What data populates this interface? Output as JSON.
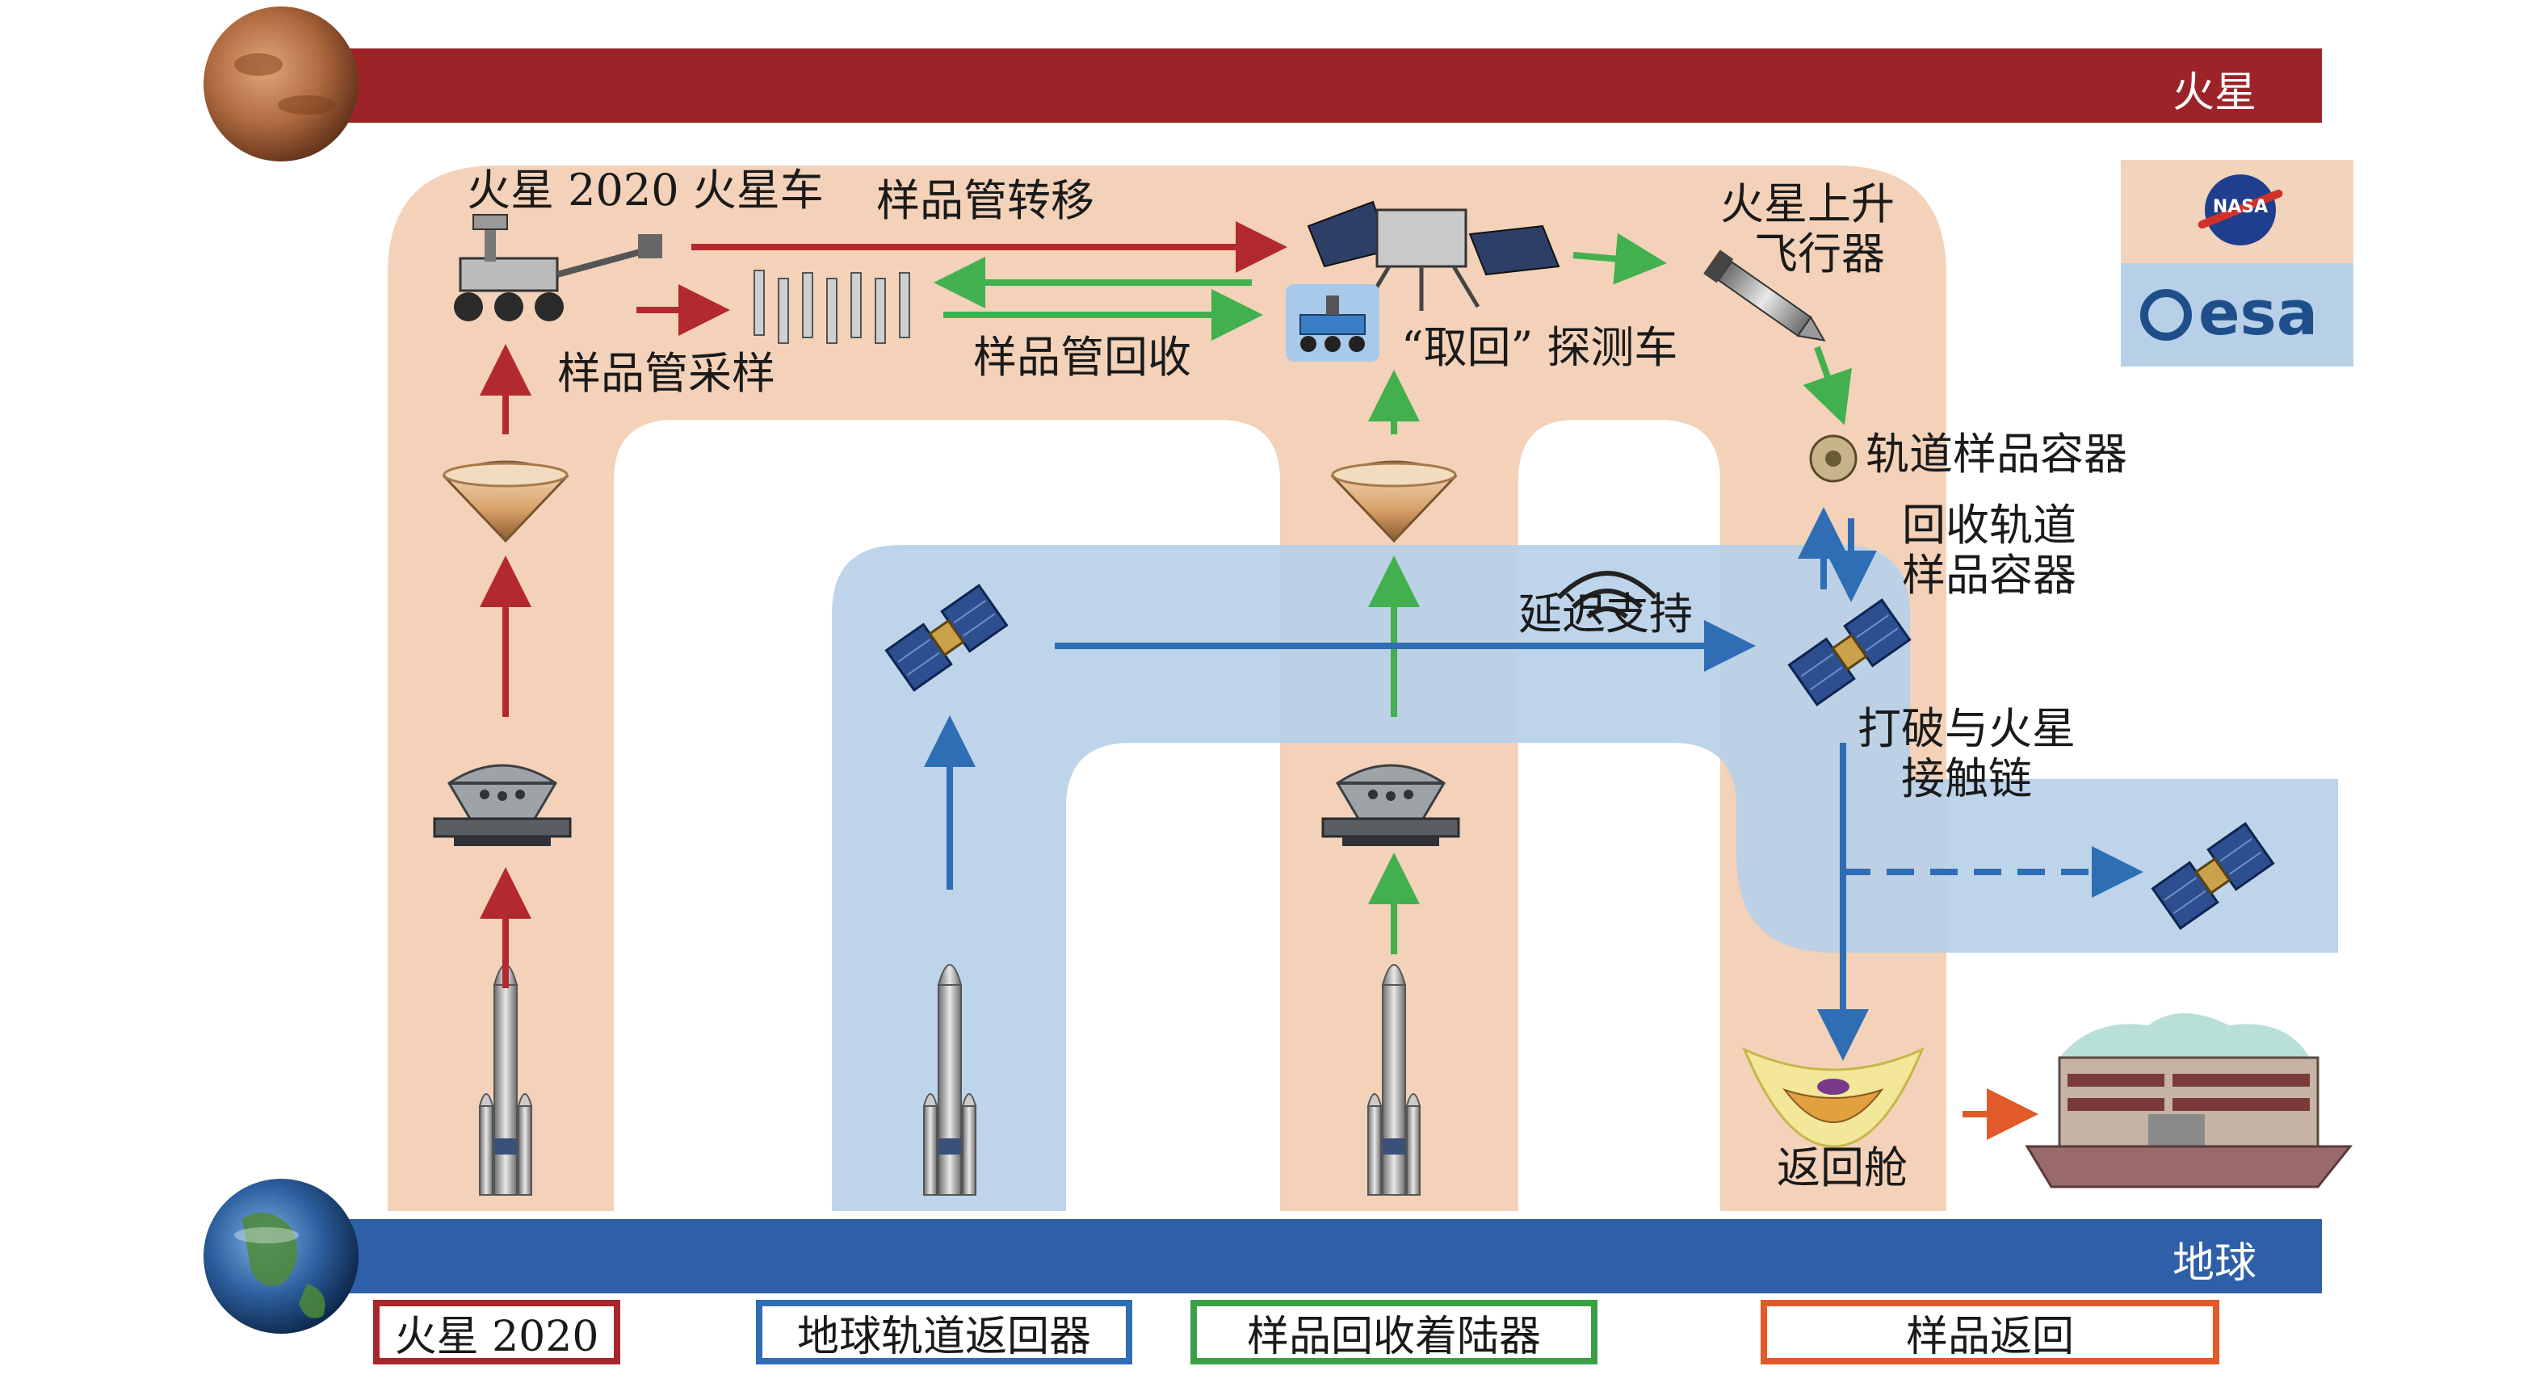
{
  "bars": {
    "top_label": "火星",
    "bottom_label": "地球"
  },
  "labels": {
    "rover_2020": "火星 2020 火星车",
    "tube_transfer": "样品管转移",
    "tube_sampling": "样品管采样",
    "tube_retrieval": "样品管回收",
    "fetch_rover": "“取回” 探测车",
    "ascent_line1": "火星上升",
    "ascent_line2": "飞行器",
    "orbit_container": "轨道样品容器",
    "recover_line1": "回收轨道",
    "recover_line2": "样品容器",
    "delay_support": "延迟支持",
    "break_line1": "打破与火星",
    "break_line2": "接触链",
    "return_capsule": "返回舱"
  },
  "logos": {
    "nasa": "NASA",
    "esa": "esa"
  },
  "legend": [
    {
      "label": "火星 2020",
      "color": "#a8262b"
    },
    {
      "label": "地球轨道返回器",
      "color": "#2f6db5"
    },
    {
      "label": "样品回收着陆器",
      "color": "#3aa048"
    },
    {
      "label": "样品返回",
      "color": "#e2592a"
    }
  ],
  "colors": {
    "mars_bar": "#9c2429",
    "earth_bar": "#2f5fa8",
    "mission_path": "#f3d2b9",
    "orbit_path": "#b7d0e8",
    "red_arrow": "#b32a2e",
    "green_arrow": "#42b04f",
    "blue_arrow": "#2f6db5",
    "orange_arrow": "#e2592a"
  }
}
